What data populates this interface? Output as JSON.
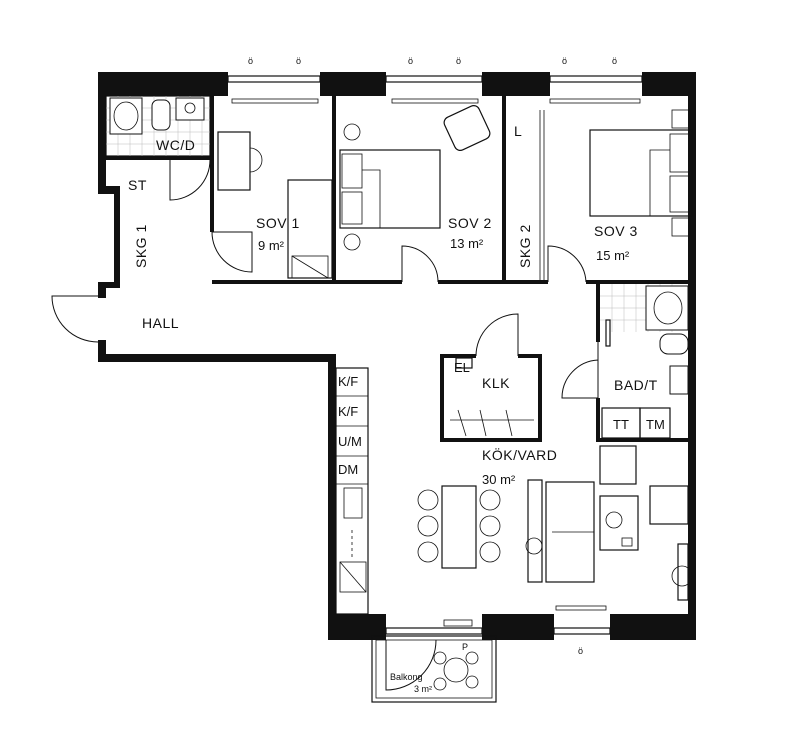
{
  "rooms": {
    "wc": "WC/D",
    "st": "ST",
    "skg1": "SKG 1",
    "sov1": "SOV 1",
    "sov1_area": "9 m²",
    "sov2": "SOV 2",
    "sov2_area": "13 m²",
    "skg2": "SKG 2",
    "sov3": "SOV 3",
    "sov3_area": "15 m²",
    "l": "L",
    "hall": "HALL",
    "klk": "KLK",
    "el": "EL",
    "bad": "BAD/T",
    "tt": "TT",
    "tm": "TM",
    "kok": "KÖK/VARD",
    "kok_area": "30 m²",
    "balkong": "Balkong",
    "balkong_area": "3 m²",
    "p": "P"
  },
  "kitchen_units": [
    "K/F",
    "K/F",
    "U/M",
    "DM"
  ],
  "window_marks": [
    "ö",
    "ö",
    "ö",
    "ö",
    "ö",
    "ö",
    "ö"
  ]
}
